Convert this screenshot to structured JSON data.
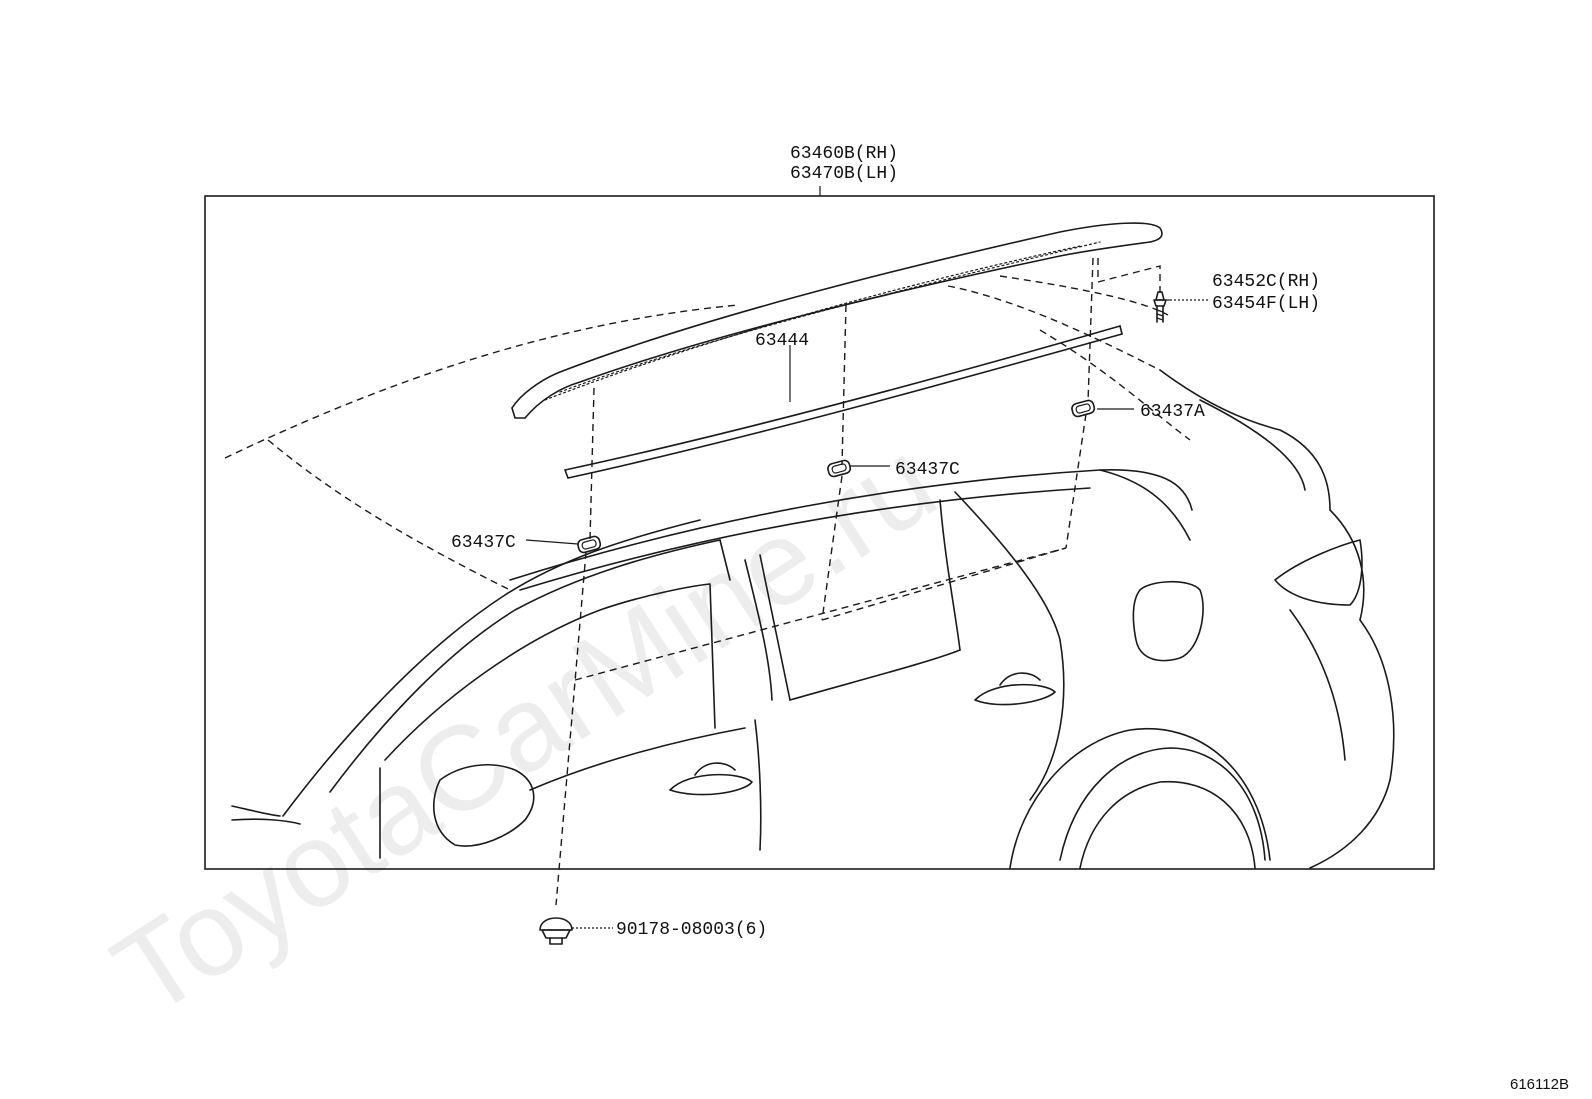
{
  "watermark": "ToyotaCarMine.ru",
  "figure_id": "616112B",
  "callouts": {
    "roof_rack_rail": [
      "63460B(RH)",
      "63470B(LH)"
    ],
    "mount_clip": [
      "63452C(RH)",
      "63454F(LH)"
    ],
    "molding": "63444",
    "pad_rear": "63437A",
    "pad_middle": "63437C",
    "pad_front": "63437C",
    "screw": "90178-08003(6)"
  }
}
